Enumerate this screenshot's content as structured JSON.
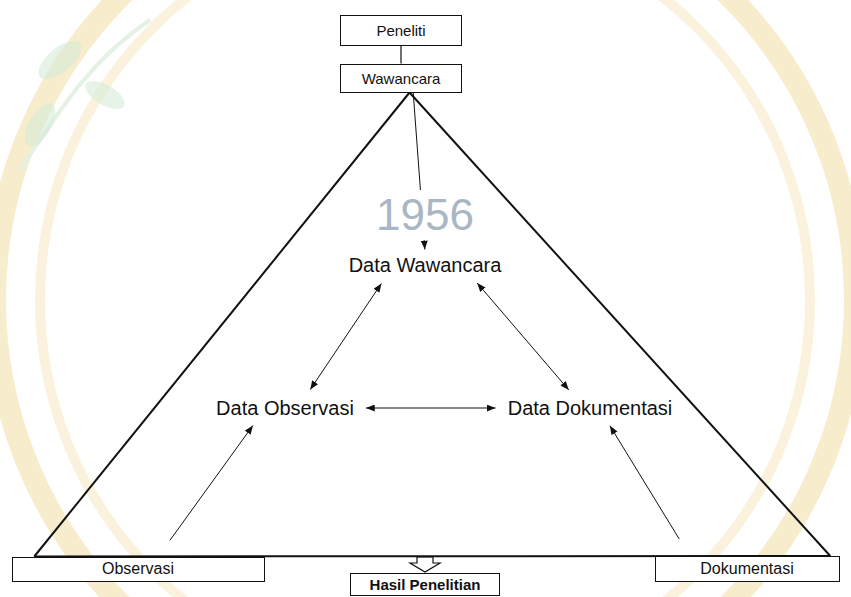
{
  "diagram": {
    "nodes": [
      {
        "text": [
          "Peneliti"
        ]
      },
      {
        "text": [
          "Wawancara"
        ]
      },
      {
        "text": [
          "Data Wawancara"
        ]
      },
      {
        "text": [
          "Data Observasi"
        ]
      },
      {
        "text": [
          "Data Dokumentasi"
        ]
      },
      {
        "text": [
          "Observasi"
        ]
      },
      {
        "text": [
          "Dokumentasi"
        ]
      },
      {
        "text": [
          "Hasil Penelitian"
        ]
      }
    ],
    "edges": [
      {
        "from": 0,
        "to": 1,
        "arrow": "none"
      },
      {
        "from": 1,
        "to": 2,
        "arrow": "to"
      },
      {
        "from": 1,
        "to": 5,
        "arrow": "none"
      },
      {
        "from": 1,
        "to": 6,
        "arrow": "none"
      },
      {
        "from": 5,
        "to": 6,
        "arrow": "none"
      },
      {
        "from": 2,
        "to": 3,
        "arrow": "both"
      },
      {
        "from": 2,
        "to": 4,
        "arrow": "both"
      },
      {
        "from": 3,
        "to": 4,
        "arrow": "both"
      },
      {
        "from": 5,
        "to": 3,
        "arrow": "to"
      },
      {
        "from": 6,
        "to": 4,
        "arrow": "to"
      }
    ],
    "labels": [
      "1956"
    ]
  }
}
